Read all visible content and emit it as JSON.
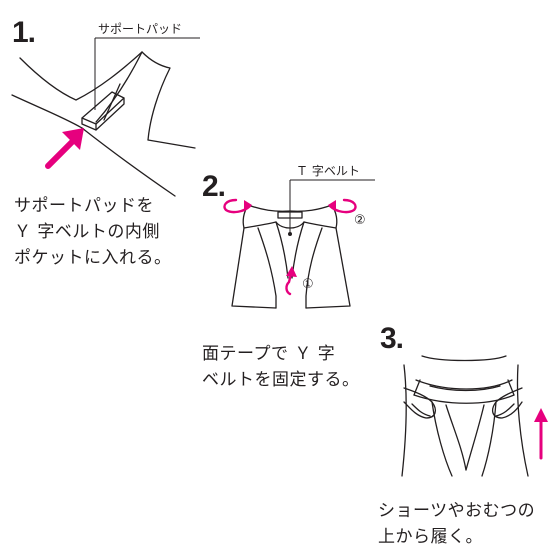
{
  "steps": [
    {
      "number": "1.",
      "callout": "サポートパッド",
      "caption": [
        "サポートパッドを",
        "Ｙ 字ベルトの内側",
        "ポケットに入れる。"
      ]
    },
    {
      "number": "2.",
      "callout": "Ｔ 字ベルト",
      "marks": [
        "①",
        "②"
      ],
      "caption": [
        "面テープで Ｙ 字",
        "ベルトを固定する。"
      ]
    },
    {
      "number": "3.",
      "caption": [
        "ショーツやおむつの",
        "上から履く。"
      ]
    }
  ],
  "colors": {
    "line": "#231f20",
    "accent": "#e6007e"
  }
}
